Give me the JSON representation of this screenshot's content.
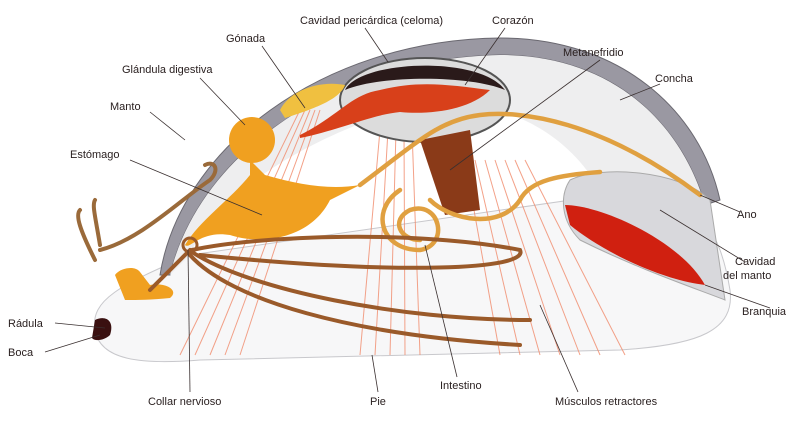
{
  "title": "Anatomía de un molusco",
  "colors": {
    "shell": "#8a8890",
    "organ": "#f0a020",
    "heart": "#d8401a",
    "gill": "#d02010",
    "muscle": "#f08a6a",
    "nerve": "#9a5a2a"
  },
  "labels": {
    "pericardial": "Cavidad pericárdica (celoma)",
    "heart": "Corazón",
    "gonad": "Gónada",
    "nephridium": "Metanefridio",
    "digestive_gland": "Glándula digestiva",
    "shell": "Concha",
    "mantle": "Manto",
    "stomach": "Estómago",
    "anus": "Ano",
    "mantle_cavity_1": "Cavidad",
    "mantle_cavity_2": "del manto",
    "gill": "Branquia",
    "radula": "Rádula",
    "mouth": "Boca",
    "nerve_collar": "Collar nervioso",
    "foot": "Pie",
    "intestine": "Intestino",
    "retractor_muscles": "Músculos retractores"
  }
}
